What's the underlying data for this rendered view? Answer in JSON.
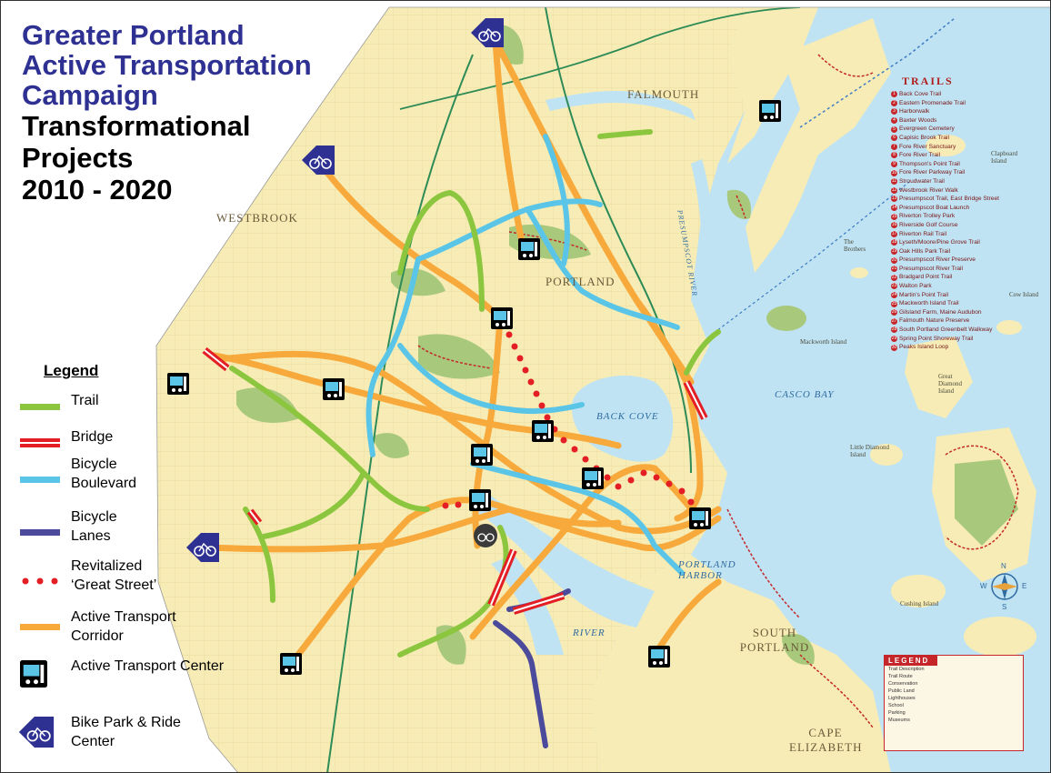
{
  "title": {
    "line1": "Greater Portland",
    "line2": "Active Transportation",
    "line3": "Campaign",
    "line4": "Transformational",
    "line5": "Projects",
    "line6": "2010 - 2020"
  },
  "legend": {
    "heading": "Legend",
    "items": [
      {
        "label": "Trail"
      },
      {
        "label": "Bridge"
      },
      {
        "label": "Bicycle Boulevard"
      },
      {
        "label": "Bicycle Lanes"
      },
      {
        "label": "Revitalized ‘Great Street’"
      },
      {
        "label": "Active Transport Corridor"
      },
      {
        "label": "Active Transport Center"
      },
      {
        "label": "Bike Park & Ride Center"
      }
    ]
  },
  "places": {
    "westbrook": "WESTBROOK",
    "portland": "PORTLAND",
    "falmouth": "FALMOUTH",
    "south_portland": "SOUTH PORTLAND",
    "cape_elizabeth": "CAPE ELIZABETH"
  },
  "water_labels": {
    "back_cove": "BACK COVE",
    "casco_bay": "CASCO  BAY",
    "portland_harbor": "PORTLAND HARBOR",
    "presumpscot": "PRESUMPSCOT RIVER",
    "fore_river": "RIVER"
  },
  "islands": {
    "mackworth": "Mackworth Island",
    "great_diamond": "Great Diamond Island",
    "little_diamond": "Little Diamond Island",
    "cushing": "Cushing Island",
    "clapboard": "Clapboard Island",
    "the_brothers": "The Brothers",
    "cow": "Cow Island"
  },
  "trails_panel": {
    "title": "TRAILS",
    "items": [
      "Back Cove Trail",
      "Eastern Promenade Trail",
      "Harborwalk",
      "Baxter Woods",
      "Evergreen Cemetery",
      "Capisic Brook Trail",
      "Fore River Sanctuary",
      "Fore River Trail",
      "Thompson's Point Trail",
      "Fore River Parkway Trail",
      "Stroudwater Trail",
      "Westbrook River Walk",
      "Presumpscot Trail, East Bridge Street",
      "Presumpscot Boat Launch",
      "Riverton Trolley Park",
      "Riverside Golf Course",
      "Riverton Rail Trail",
      "Lyseth/Moore/Pine Grove Trail",
      "Oak Hills Park Trail",
      "Presumpscot River Preserve",
      "Presumpscot River Trail",
      "Bradgard Point Trail",
      "Walton Park",
      "Martin's Point Trail",
      "Mackworth Island Trail",
      "Gilsland Farm, Maine Audubon",
      "Falmouth Nature Preserve",
      "South Portland Greenbelt Walkway",
      "Spring Point Shoreway Trail",
      "Peaks Island Loop"
    ]
  },
  "mini_legend": {
    "title": "LEGEND",
    "rows": [
      "Trail Description",
      "Trail Route",
      "Conservation",
      "Public Land",
      "Lighthouses",
      "School",
      "Parking",
      "Museums"
    ]
  },
  "compass": {
    "n": "N",
    "s": "S",
    "e": "E",
    "w": "W"
  },
  "colors": {
    "trail": "#8cc63f",
    "bridge": "#e31e24",
    "boulevard": "#5bc5e8",
    "bike_lane": "#4b4a9b",
    "great_street": "#e31e24",
    "corridor": "#f7a93b",
    "land": "#f7ecb5",
    "water": "#bfe3f3",
    "park": "#a8c87c",
    "title_blue": "#2e3192"
  }
}
